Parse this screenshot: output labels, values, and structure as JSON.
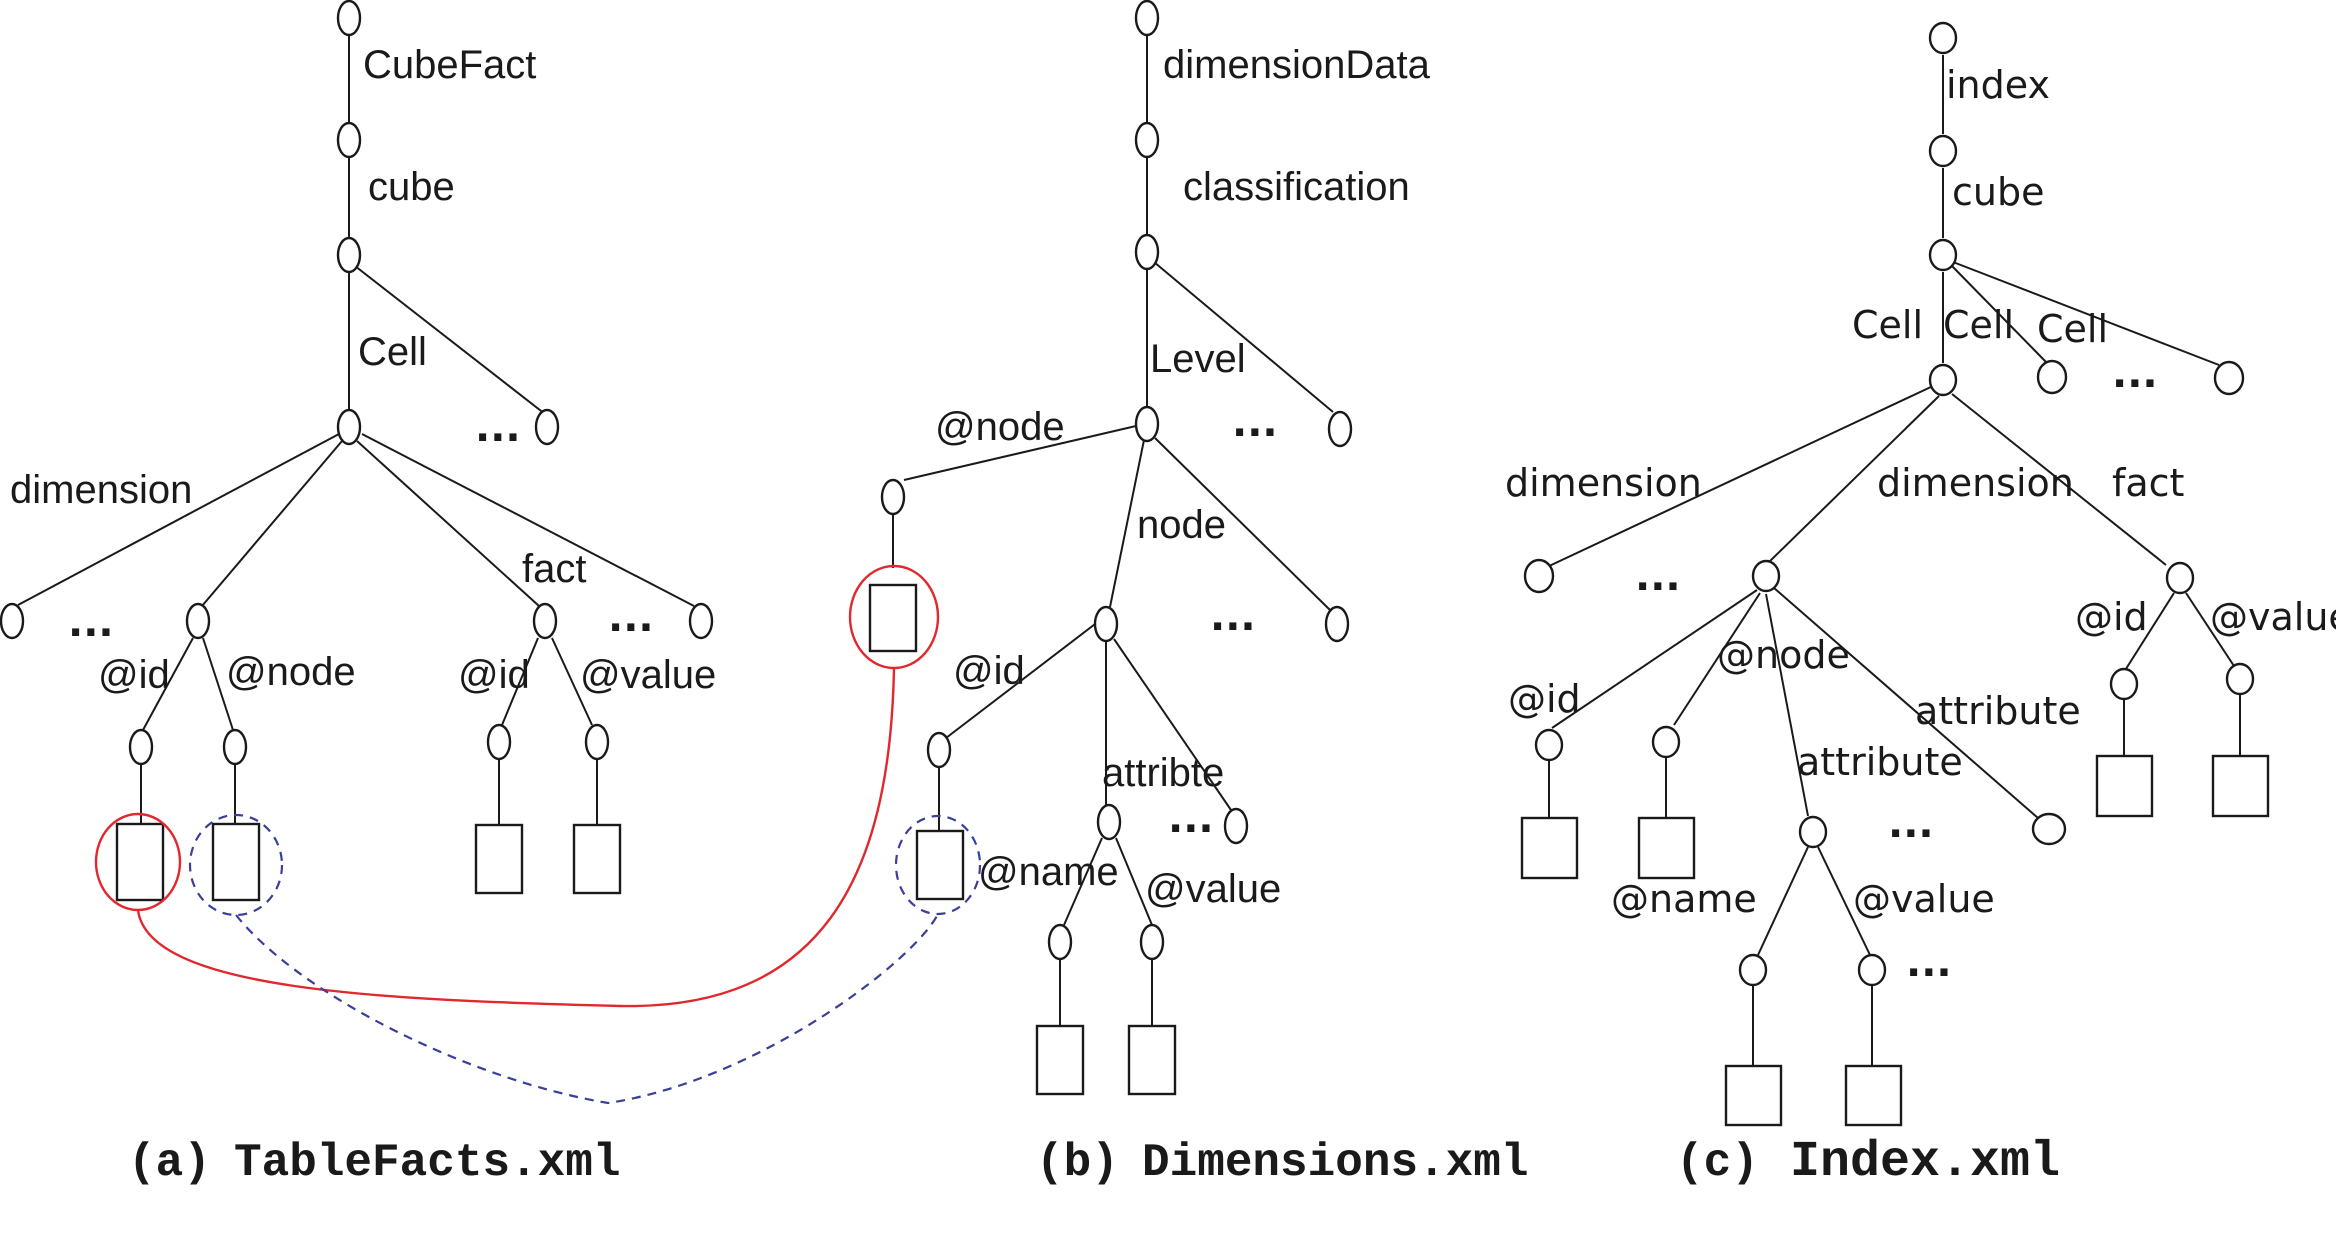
{
  "panel_a": {
    "caption_prefix": "(a)",
    "caption_file": "TableFacts.xml",
    "labels": {
      "root_edge": "CubeFact",
      "cube_edge": "cube",
      "cell_edge": "Cell",
      "dimension": "dimension",
      "fact": "fact",
      "dim_id": "@id",
      "dim_node": "@node",
      "fact_id": "@id",
      "fact_value": "@value"
    },
    "ellipsis": [
      "...",
      "...",
      "..."
    ]
  },
  "panel_b": {
    "caption_prefix": "(b)",
    "caption_file": "Dimensions.xml",
    "labels": {
      "root_edge": "dimensionData",
      "classification_edge": "classification",
      "level_edge": "Level",
      "node_attr": "@node",
      "node_edge": "node",
      "id": "@id",
      "attribte": "attribte",
      "name": "@name",
      "value": "@value"
    },
    "ellipsis": [
      "...",
      "...",
      "..."
    ]
  },
  "panel_c": {
    "caption_prefix": "(c)",
    "caption_file": "Index.xml",
    "labels": {
      "root_edge": "index",
      "cube_edge": "cube",
      "cell_1": "Cell",
      "cell_2": "Cell",
      "cell_3": "Cell",
      "dimension_1": "dimension",
      "dimension_2": "dimension",
      "fact": "fact",
      "fact_id": "@id",
      "fact_value": "@value",
      "id": "@id",
      "node": "@node",
      "attribute_1": "attribute",
      "attribute_2": "attribute",
      "name": "@name",
      "value": "@value"
    },
    "ellipsis": [
      "...",
      "...",
      "...",
      "..."
    ]
  },
  "colors": {
    "stroke": "#1a1a1a",
    "link_red": "#e0282e",
    "link_blue": "#3a3f9a"
  }
}
